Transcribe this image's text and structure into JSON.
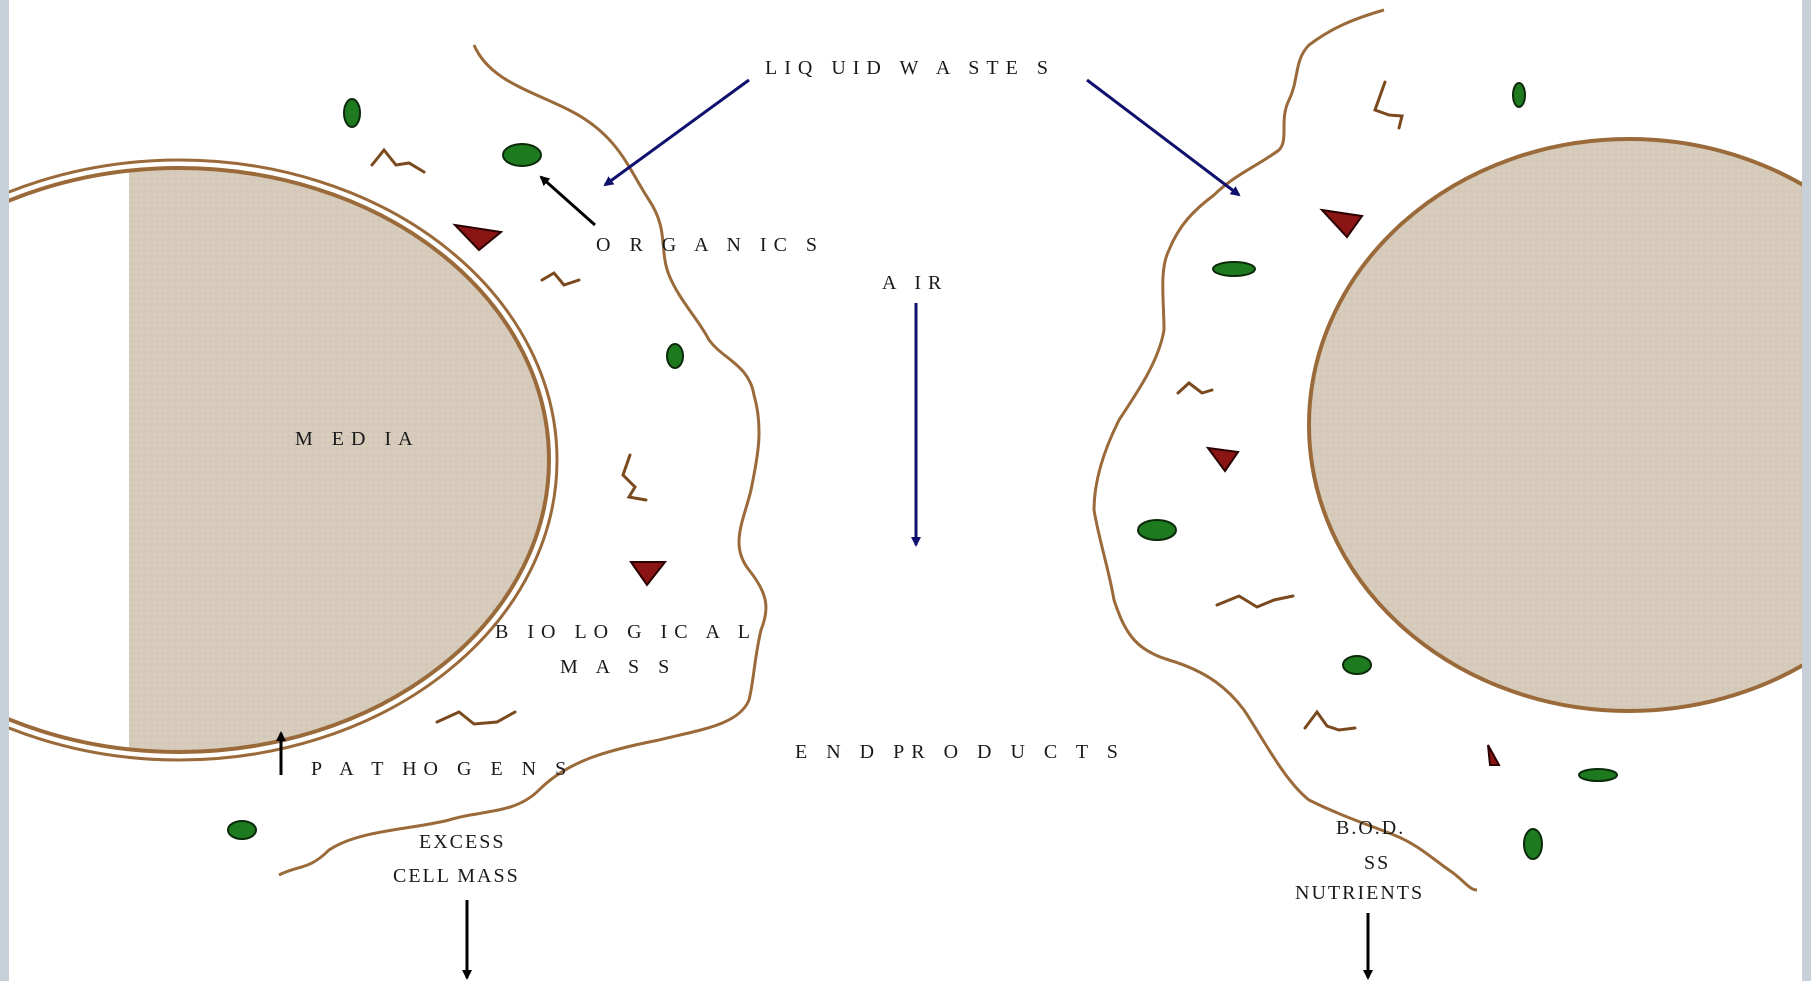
{
  "labels": {
    "liquid_wastes": "LIQ UID W A STE S",
    "organics": "O R G A N IC S",
    "air": "A IR",
    "media": "M ED IA",
    "biological_mass_line1": "B IO LO G IC A L",
    "biological_mass_line2": "M A S S",
    "pathogens": "P A T HO G E N S",
    "end_products": "E N D PR O D U C T S",
    "excess_cell_mass_line1": "EXCESS",
    "excess_cell_mass_line2": "CELL MASS",
    "bod_line1": "B.O.D.",
    "bod_line2": "SS",
    "bod_line3": "NUTRIENTS"
  },
  "colors": {
    "media_fill": "#d6cbbb",
    "media_outline": "#9a6a3a",
    "biofilm_line": "#9a6a3a",
    "organic_particle": "#1e7a1e",
    "pathogen_particle": "#8b1414",
    "navy_arrow": "#10106e",
    "black_arrow": "#000000"
  },
  "icons": {
    "organic": "green-ellipse",
    "pathogen": "red-triangle",
    "filament": "brown-squiggle"
  }
}
